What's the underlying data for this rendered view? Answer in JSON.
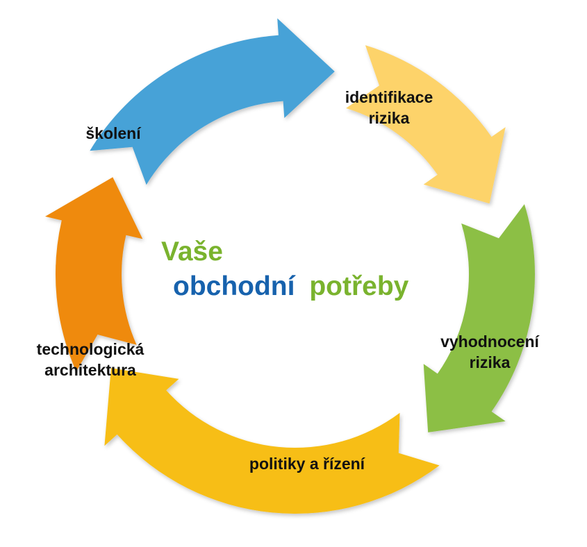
{
  "center": {
    "line1": "Vaše",
    "line2_part1": "obchodní",
    "line2_part2": "potřeby"
  },
  "segments": [
    {
      "id": "identifikace",
      "lines": [
        "identifikace",
        "rizika"
      ],
      "color": "#FDD36B"
    },
    {
      "id": "vyhodnoceni",
      "lines": [
        "vyhodnocení",
        "rizika"
      ],
      "color": "#8CBF45"
    },
    {
      "id": "politiky",
      "lines": [
        "politiky a řízení"
      ],
      "color": "#F7BE19"
    },
    {
      "id": "technologicka",
      "lines": [
        "technologická",
        "architektura"
      ],
      "color": "#EF8A0C"
    },
    {
      "id": "skoleni",
      "lines": [
        "školení"
      ],
      "color": "#46A2D7"
    }
  ],
  "colors": {
    "center_green": "#7AB32E",
    "center_blue": "#1762AD"
  }
}
